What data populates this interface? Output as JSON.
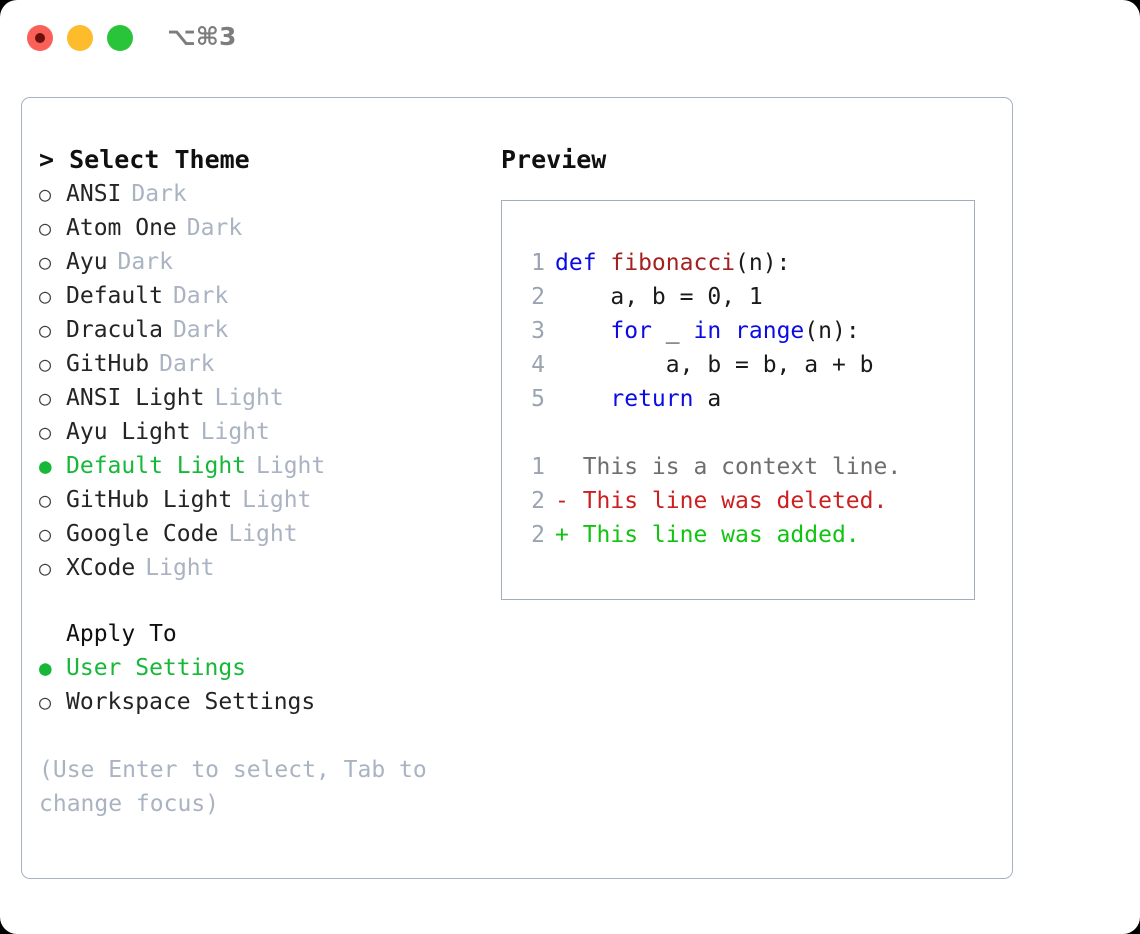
{
  "titlebar": {
    "shortcut": "⌥⌘3",
    "dots": [
      {
        "name": "close",
        "color": "#fa6058"
      },
      {
        "name": "minimize",
        "color": "#fcbc2c"
      },
      {
        "name": "maximize",
        "color": "#2ac43b"
      }
    ]
  },
  "left": {
    "heading": "> Select Theme",
    "themes": [
      {
        "bullet": "○",
        "label": "ANSI",
        "tag": "Dark",
        "selected": false
      },
      {
        "bullet": "○",
        "label": "Atom One",
        "tag": "Dark",
        "selected": false
      },
      {
        "bullet": "○",
        "label": "Ayu",
        "tag": "Dark",
        "selected": false
      },
      {
        "bullet": "○",
        "label": "Default",
        "tag": "Dark",
        "selected": false
      },
      {
        "bullet": "○",
        "label": "Dracula",
        "tag": "Dark",
        "selected": false
      },
      {
        "bullet": "○",
        "label": "GitHub",
        "tag": "Dark",
        "selected": false
      },
      {
        "bullet": "○",
        "label": "ANSI Light",
        "tag": "Light",
        "selected": false
      },
      {
        "bullet": "○",
        "label": "Ayu Light",
        "tag": "Light",
        "selected": false
      },
      {
        "bullet": "●",
        "label": "Default Light",
        "tag": "Light",
        "selected": true
      },
      {
        "bullet": "○",
        "label": "GitHub Light",
        "tag": "Light",
        "selected": false
      },
      {
        "bullet": "○",
        "label": "Google Code",
        "tag": "Light",
        "selected": false
      },
      {
        "bullet": "○",
        "label": "XCode",
        "tag": "Light",
        "selected": false
      }
    ],
    "apply_to_heading": "Apply To",
    "apply_to": [
      {
        "bullet": "●",
        "label": "User Settings",
        "selected": true
      },
      {
        "bullet": "○",
        "label": "Workspace Settings",
        "selected": false
      }
    ],
    "hint": "(Use Enter to select, Tab to change focus)"
  },
  "right": {
    "preview_title": "Preview",
    "code": [
      {
        "lineno": "1",
        "tokens": [
          {
            "text": "def ",
            "type": "kw"
          },
          {
            "text": "fibonacci",
            "type": "fn"
          },
          {
            "text": "(n):",
            "type": "plain"
          }
        ]
      },
      {
        "lineno": "2",
        "tokens": [
          {
            "text": "    a, b = 0, 1",
            "type": "plain"
          }
        ]
      },
      {
        "lineno": "3",
        "tokens": [
          {
            "text": "    ",
            "type": "plain"
          },
          {
            "text": "for",
            "type": "kw"
          },
          {
            "text": " _ ",
            "type": "plain"
          },
          {
            "text": "in",
            "type": "kw"
          },
          {
            "text": " ",
            "type": "plain"
          },
          {
            "text": "range",
            "type": "kw"
          },
          {
            "text": "(n):",
            "type": "plain"
          }
        ]
      },
      {
        "lineno": "4",
        "tokens": [
          {
            "text": "        a, b = b, a + b",
            "type": "plain"
          }
        ]
      },
      {
        "lineno": "5",
        "tokens": [
          {
            "text": "    ",
            "type": "plain"
          },
          {
            "text": "return",
            "type": "kw"
          },
          {
            "text": " a",
            "type": "plain"
          }
        ]
      }
    ],
    "diff": [
      {
        "lineno": "1",
        "marker": " ",
        "text": "  This is a context line.",
        "type": "context"
      },
      {
        "lineno": "2",
        "marker": "-",
        "text": "- This line was deleted.",
        "type": "del"
      },
      {
        "lineno": "2",
        "marker": "+",
        "text": "+ This line was added.",
        "type": "add"
      }
    ]
  },
  "colors": {
    "accent_green": "#17b83a",
    "muted": "#aab3c2",
    "keyword_blue": "#0b0be2",
    "function_red": "#a42121",
    "diff_del": "#cc2020",
    "diff_add": "#12c312",
    "border": "#a8b2c0"
  }
}
